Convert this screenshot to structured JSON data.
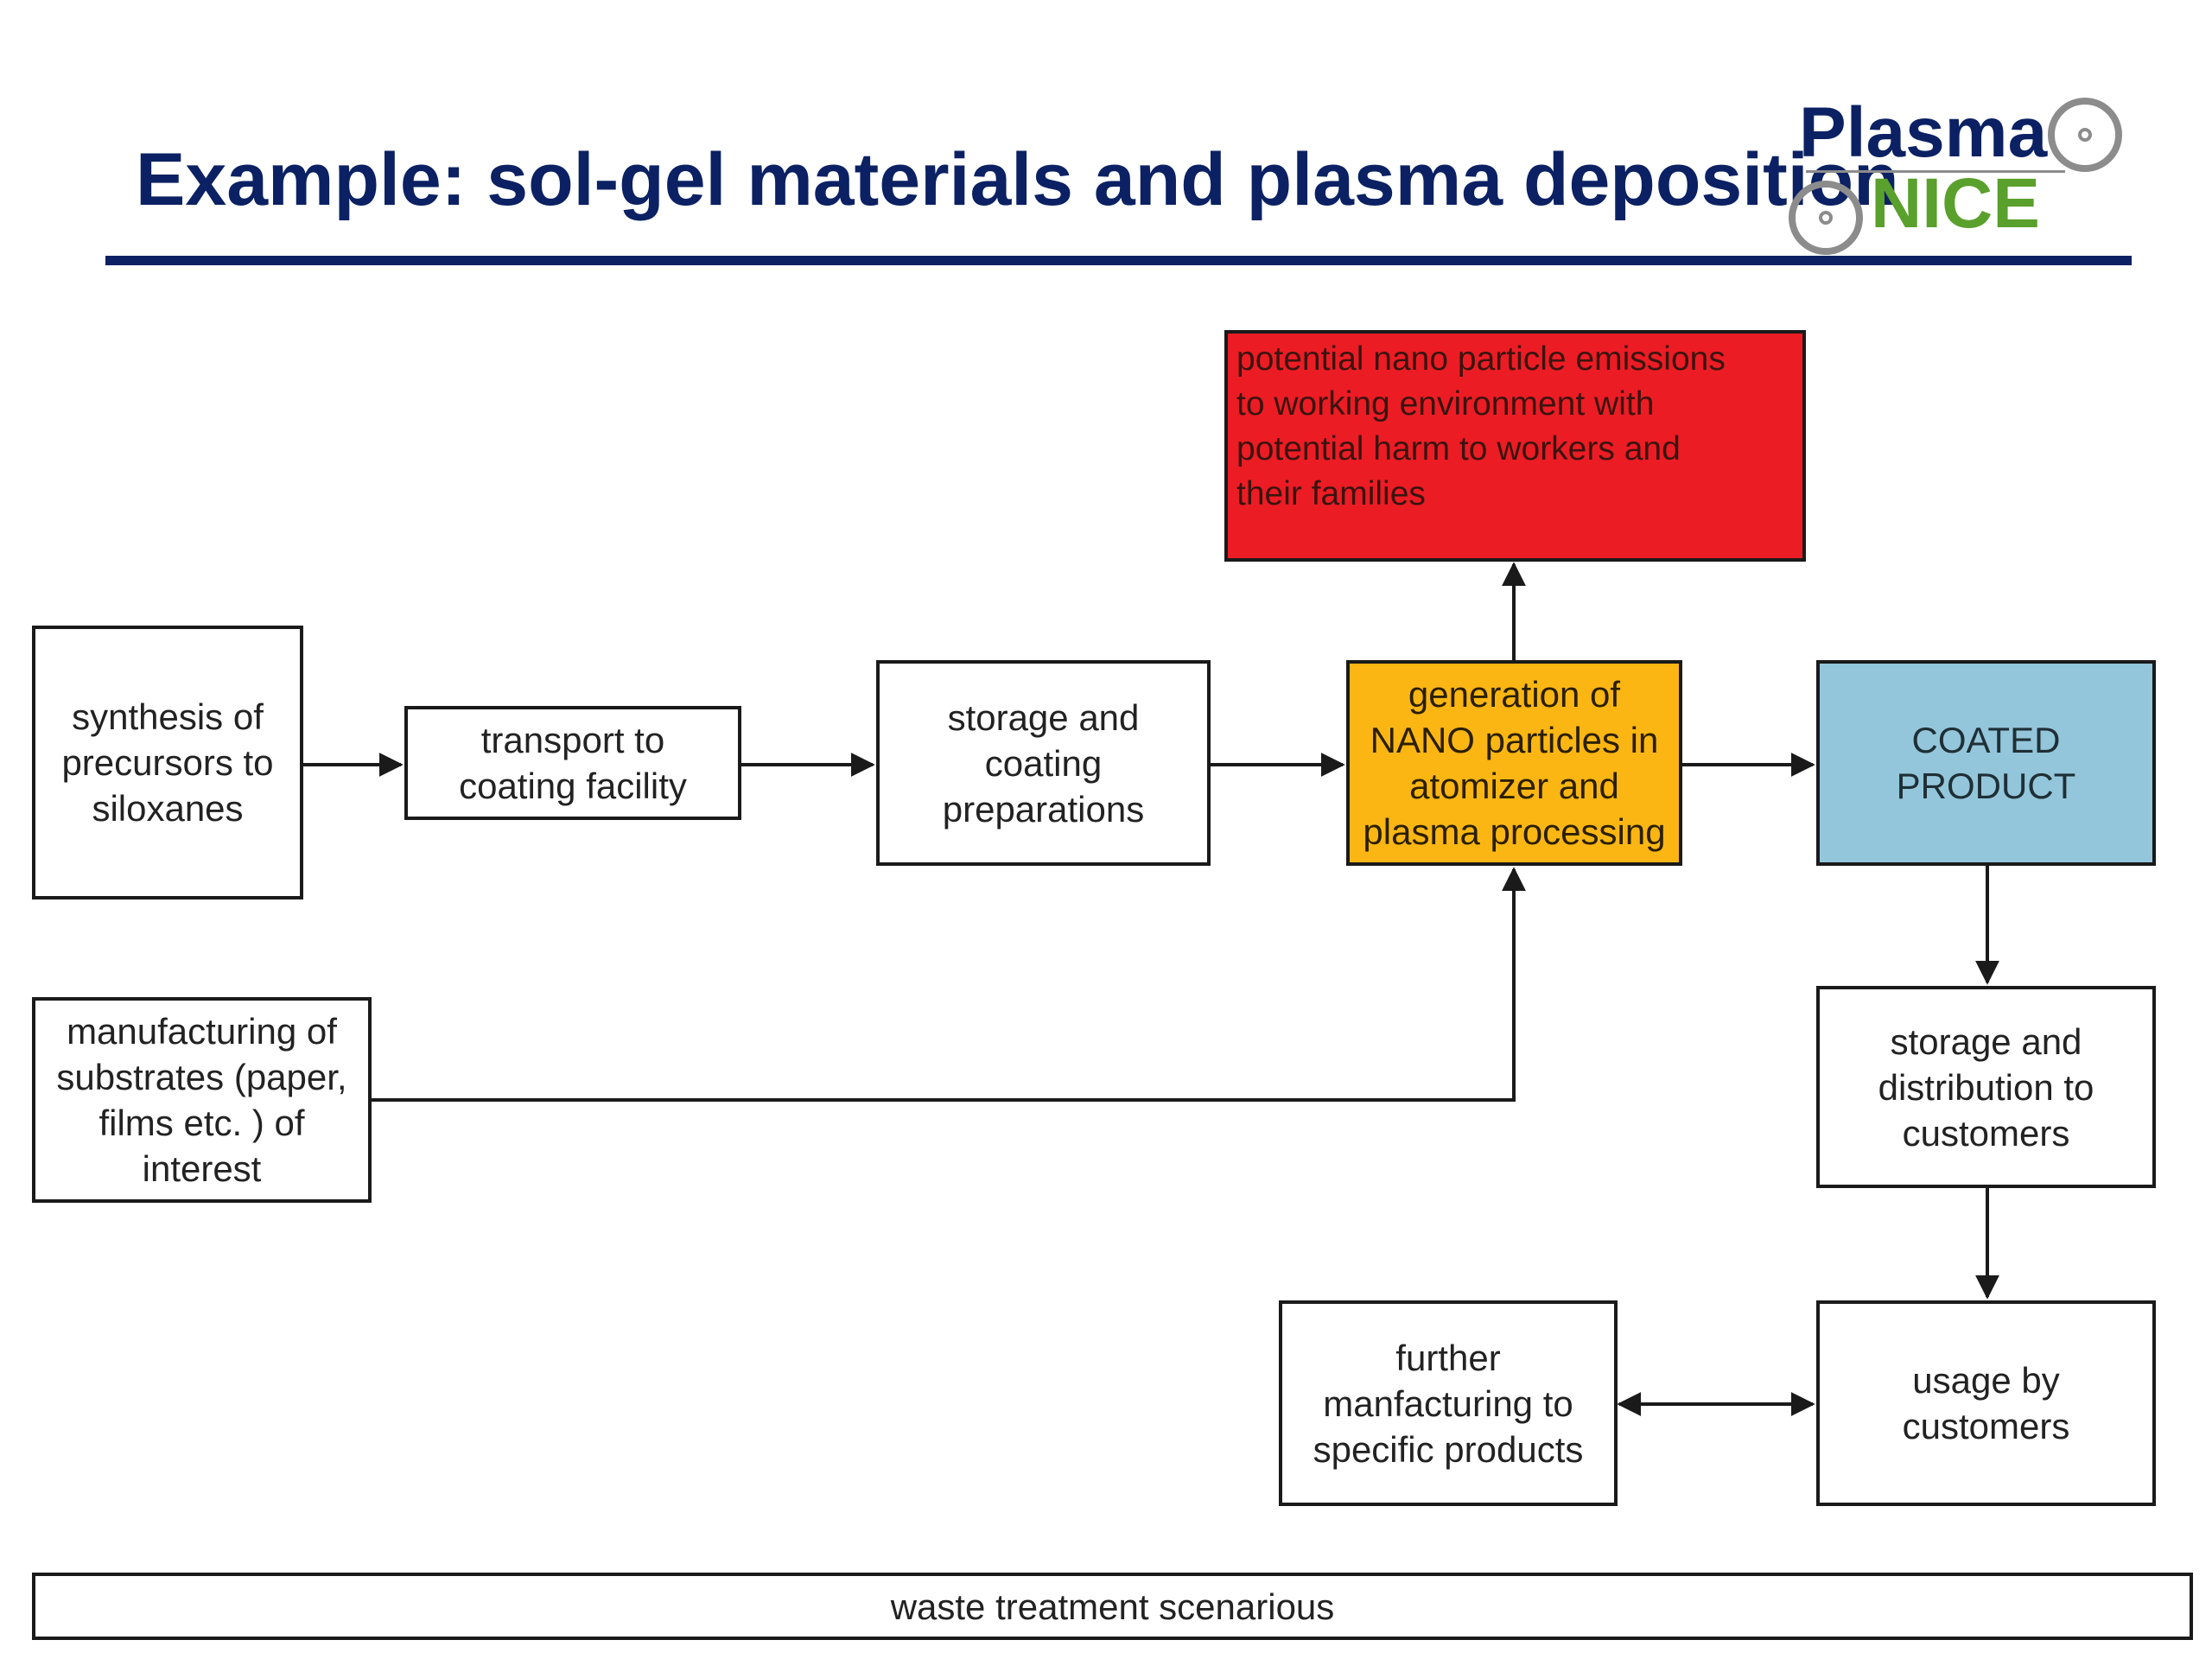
{
  "title": "Example: sol-gel materials and plasma deposition",
  "logo": {
    "top": "Plasma",
    "bottom": "NICE",
    "colors": {
      "top": "#0b2163",
      "bottom": "#5aa02c"
    }
  },
  "diagram": {
    "synthesis": "synthesis of\nprecursors to\nsiloxanes",
    "transport": "transport to\ncoating facility",
    "storage_coating": "storage and\ncoating\npreparations",
    "generation": "generation of\nNANO particles in\natomizer and\nplasma processing",
    "coated_product": "COATED\nPRODUCT",
    "emissions": "potential nano particle emissions\nto working environment with\npotential harm to workers and\ntheir families",
    "manufacturing": "manufacturing of\nsubstrates (paper,\nfilms etc. ) of\ninterest",
    "distribution": "storage and\ndistribution to\ncustomers",
    "usage": "usage by\ncustomers",
    "further": "further\nmanfacturing to\nspecific products",
    "waste": "waste treatment scenarious"
  },
  "colors": {
    "emission": "#ec1c24",
    "process": "#fbb613",
    "product": "#93c6da",
    "title": "#0b2163"
  }
}
